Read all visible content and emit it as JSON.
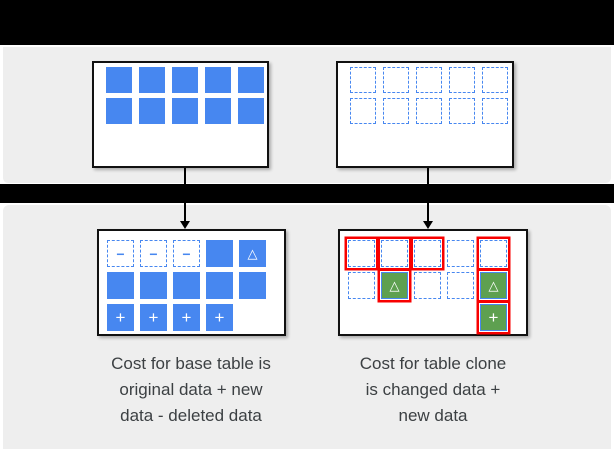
{
  "colors": {
    "bar": "#000000",
    "panel": "#eeeeee",
    "blue": "#4787f0",
    "green": "#5ea050",
    "red": "#f80000",
    "text": "#3c4043",
    "boxborder": "#111111"
  },
  "glyphs": {
    "minus": "−",
    "triangle": "△",
    "plus": "+"
  },
  "boxes": {
    "top_left": {
      "cells": [
        [
          "solid",
          "solid",
          "solid",
          "solid",
          "solid"
        ],
        [
          "solid",
          "solid",
          "solid",
          "solid",
          "solid"
        ]
      ]
    },
    "top_right": {
      "cells": [
        [
          "dashed",
          "dashed",
          "dashed",
          "dashed",
          "dashed"
        ],
        [
          "dashed",
          "dashed",
          "dashed",
          "dashed",
          "dashed"
        ]
      ]
    },
    "bottom_left": {
      "cells": [
        [
          "dashed-minus",
          "dashed-minus",
          "dashed-minus",
          "solid",
          "solid-triangle"
        ],
        [
          "solid",
          "solid",
          "solid",
          "solid",
          "solid"
        ],
        [
          "solid-plus",
          "solid-plus",
          "solid-plus",
          "solid-plus",
          "empty"
        ]
      ]
    },
    "bottom_right": {
      "cells": [
        [
          "dashed-red",
          "dashed-red",
          "dashed-red",
          "dashed",
          "dashed-red"
        ],
        [
          "dashed",
          "green-triangle-red",
          "dashed",
          "dashed",
          "green-triangle-red"
        ],
        [
          "empty",
          "empty",
          "empty",
          "empty",
          "green-plus-red"
        ]
      ]
    }
  },
  "captions": {
    "left": {
      "lines": [
        "Cost for base table is",
        "original data + new",
        "data - deleted data"
      ]
    },
    "right": {
      "lines": [
        "Cost for table clone",
        "is changed data +",
        "new data"
      ]
    }
  }
}
